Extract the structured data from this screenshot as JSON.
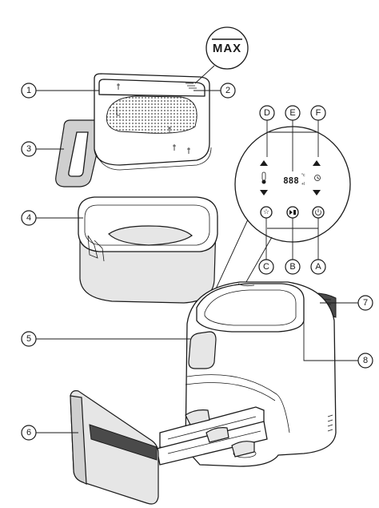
{
  "max_label": "MAX",
  "display_digits": "888",
  "display_unit_temp": "°c",
  "display_unit_time": "+l",
  "callouts_left": [
    "1",
    "3",
    "4",
    "5",
    "6"
  ],
  "callouts_right": [
    "2",
    "7",
    "8"
  ],
  "callouts_top": [
    "D",
    "E",
    "F"
  ],
  "callouts_bottom": [
    "C",
    "B",
    "A"
  ]
}
